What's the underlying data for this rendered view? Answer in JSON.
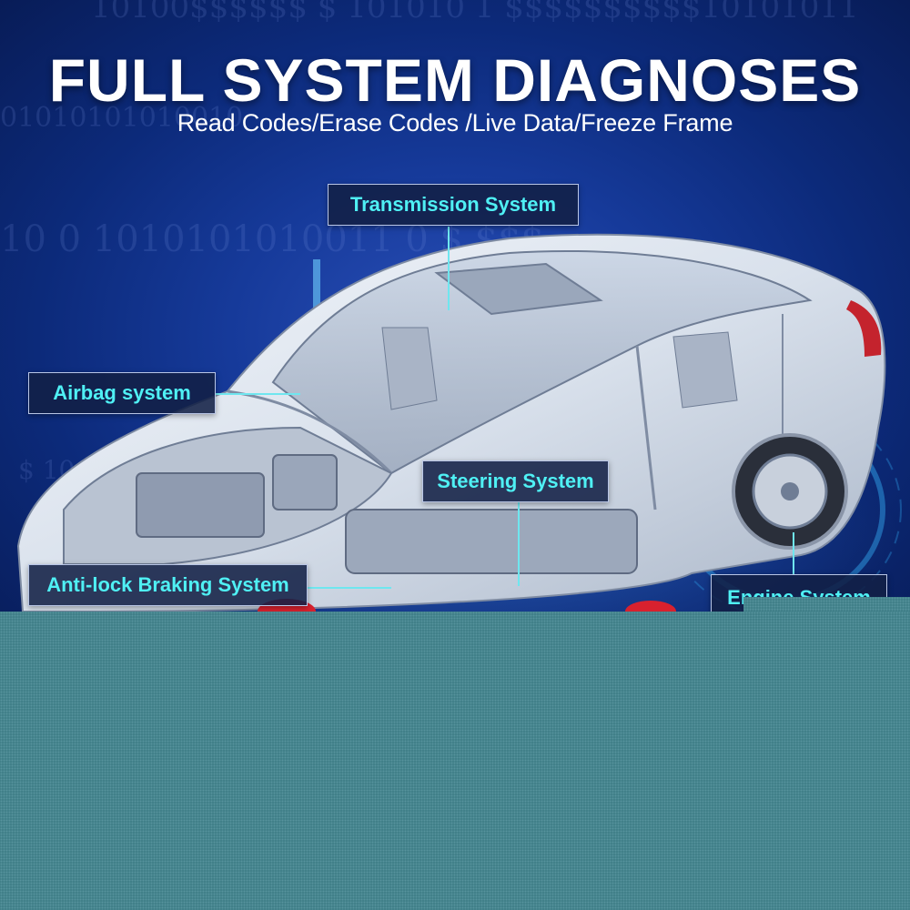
{
  "banner": {
    "title": "FULL SYSTEM DIAGNOSES",
    "subtitle": "Read Codes/Erase Codes /Live Data/Freeze Frame"
  },
  "labels": {
    "transmission": "Transmission System",
    "airbag": "Airbag system",
    "steering": "Steering System",
    "abs": "Anti-lock Braking System",
    "engine": "Engine System"
  },
  "colors": {
    "label_text": "#4ff0f4",
    "background": "#0c2a7a",
    "panel": "#3e7e86"
  }
}
